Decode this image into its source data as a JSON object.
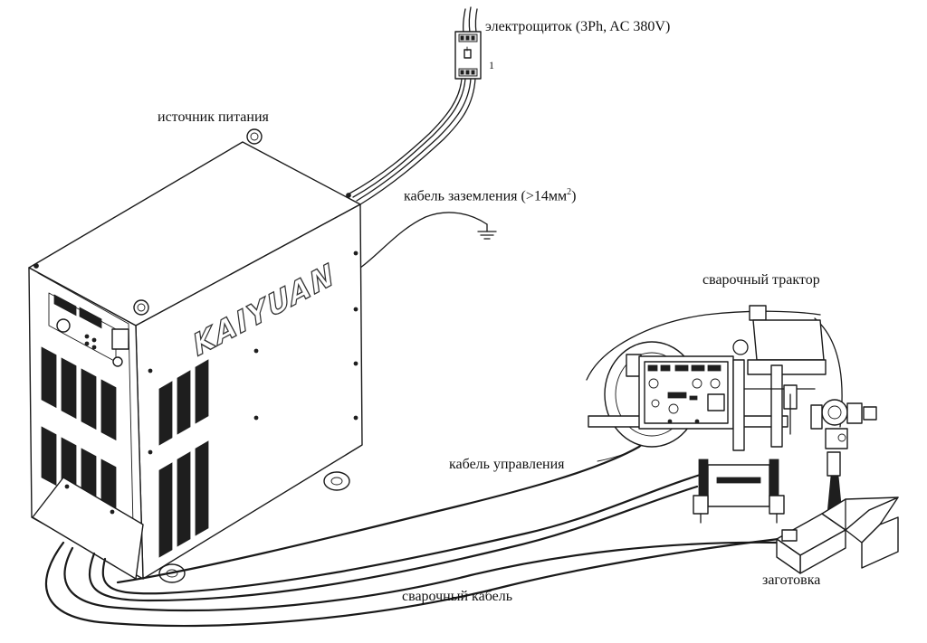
{
  "labels": {
    "panel": "электрощиток (3Ph, AC 380V)",
    "panel_number": "1",
    "power_source": "источник питания",
    "ground_cable_prefix": "кабель заземления (>14мм",
    "ground_cable_sup": "2",
    "ground_cable_suffix": ")",
    "tractor": "сварочный трактор",
    "control_cable": "кабель управления",
    "workpiece": "заготовка",
    "welding_cable": "сварочный кабель"
  },
  "brand": "KAIYUAN",
  "colors": {
    "line": "#1a1a1a",
    "background": "#ffffff"
  }
}
